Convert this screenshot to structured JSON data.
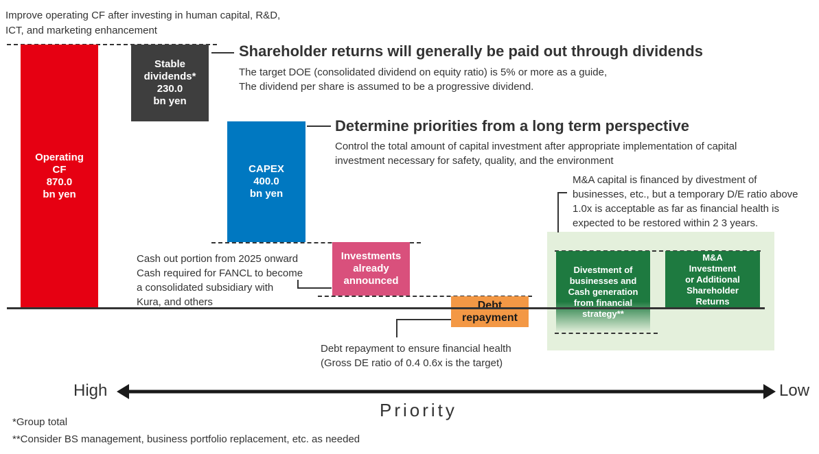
{
  "top_note": {
    "line1": "Improve operating CF after investing in human capital, R&D,",
    "line2": "ICT, and marketing enhancement"
  },
  "bars": {
    "operating_cf": {
      "lines": [
        "Operating",
        "CF",
        "870.0",
        "bn yen"
      ],
      "color": "#e60012"
    },
    "stable_dividends": {
      "lines": [
        "Stable",
        "dividends*",
        "230.0",
        "bn yen"
      ],
      "color": "#3e3e3e"
    },
    "capex": {
      "lines": [
        "CAPEX",
        "400.0",
        "bn yen"
      ],
      "color": "#0078c1"
    },
    "investments_announced": {
      "lines": [
        "Investments",
        "already",
        "announced"
      ],
      "color": "#d9507c"
    },
    "debt_repayment": {
      "lines": [
        "Debt",
        "repayment"
      ],
      "color": "#f39845"
    },
    "divestment": {
      "lines": [
        "Divestment of",
        "businesses and",
        "Cash generation",
        "from financial",
        "strategy**"
      ],
      "color": "#1e7a40"
    },
    "ma_investment": {
      "lines": [
        "M&A",
        "Investment",
        "or Additional",
        "Shareholder",
        "Returns"
      ],
      "color": "#1e7a40"
    }
  },
  "callouts": {
    "dividends": {
      "title": "Shareholder returns will generally be paid out through dividends",
      "line1": "The target DOE (consolidated dividend on equity ratio) is 5% or more as a guide,",
      "line2": "The dividend per share is assumed to be a progressive dividend."
    },
    "capex": {
      "title": "Determine priorities from a long term perspective",
      "line1": "Control the total amount of capital investment after appropriate implementation of capital",
      "line2": "investment necessary for safety, quality, and the environment"
    },
    "investments": {
      "line1": "Cash out portion from 2025 onward",
      "line2": "Cash required for FANCL to become",
      "line3": "a consolidated subsidiary with",
      "line4": "Kura, and others"
    },
    "debt": {
      "line1": "Debt repayment to ensure financial health",
      "line2": "(Gross DE ratio of 0.4 0.6x is the target)"
    },
    "ma": {
      "line1": "M&A capital is financed by divestment of",
      "line2": "businesses, etc., but a temporary D/E ratio above",
      "line3": "1.0x is acceptable as far as financial health is",
      "line4": "expected to be restored within 2 3 years."
    }
  },
  "axis": {
    "high": "High",
    "low": "Low",
    "label": "Priority"
  },
  "footnotes": {
    "note1": "*Group total",
    "note2": "**Consider BS management, business portfolio replacement, etc. as needed"
  },
  "colors": {
    "ma_panel": "#e4f0dc",
    "text": "#333333"
  }
}
